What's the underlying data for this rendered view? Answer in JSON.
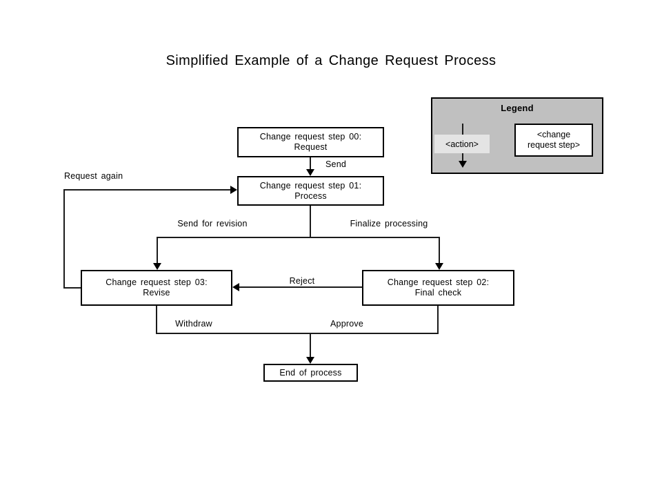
{
  "title": "Simplified Example of a Change Request Process",
  "legend": {
    "title": "Legend",
    "action_label": "<action>",
    "step_line1": "<change",
    "step_line2": "request step>",
    "colors": {
      "panel_bg": "#c0c0c0",
      "action_chip_bg": "#e4e4e4",
      "step_box_bg": "#ffffff",
      "line": "#000000"
    }
  },
  "nodes": {
    "step00": {
      "line1": "Change request step 00:",
      "line2": "Request"
    },
    "step01": {
      "line1": "Change request step 01:",
      "line2": "Process"
    },
    "step02": {
      "line1": "Change request step 02:",
      "line2": "Final check"
    },
    "step03": {
      "line1": "Change request step 03:",
      "line2": "Revise"
    },
    "end": {
      "label": "End of process"
    }
  },
  "edges": {
    "send": "Send",
    "request_again": "Request again",
    "send_for_revision": "Send for revision",
    "finalize_processing": "Finalize processing",
    "reject": "Reject",
    "withdraw": "Withdraw",
    "approve": "Approve"
  }
}
